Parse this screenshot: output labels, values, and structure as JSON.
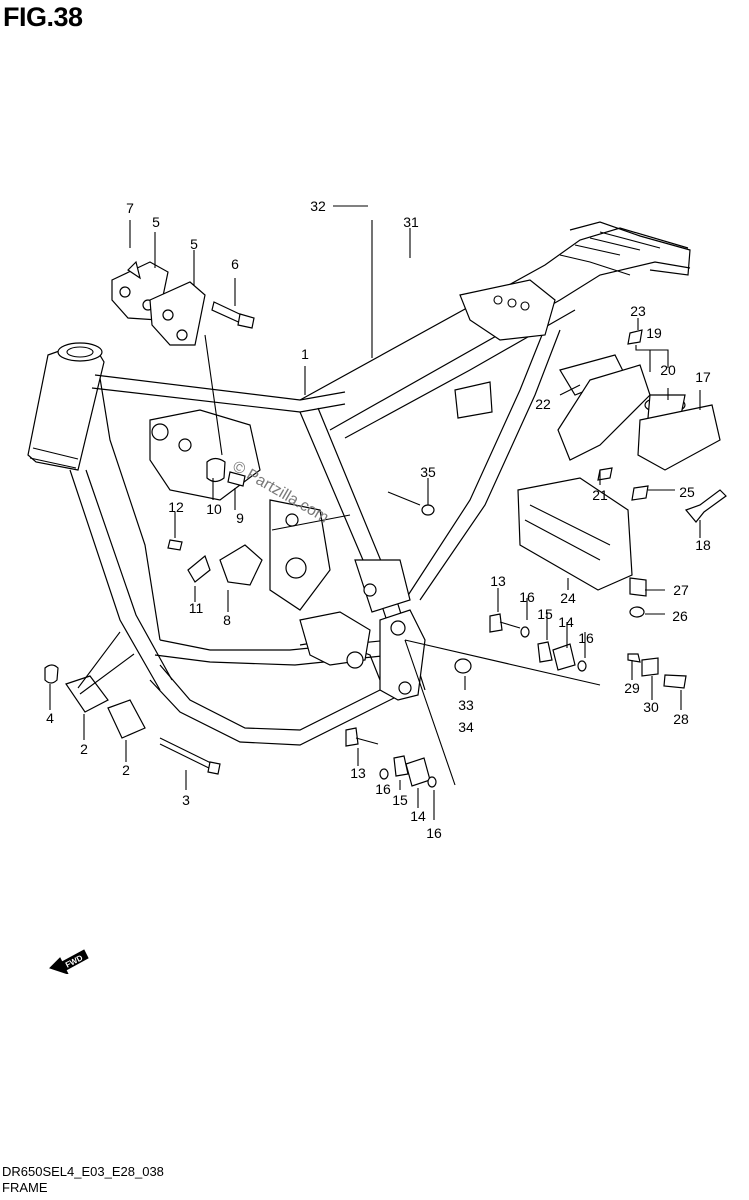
{
  "figure": {
    "title": "FIG.38",
    "code": "DR650SEL4_E03_E28_038",
    "name": "FRAME",
    "watermark": "© Partzilla.com",
    "fwd_badge": "FWD"
  },
  "callouts": [
    "7",
    "5",
    "5",
    "6",
    "32",
    "31",
    "1",
    "23",
    "19",
    "20",
    "17",
    "22",
    "35",
    "21",
    "25",
    "18",
    "10",
    "9",
    "12",
    "11",
    "8",
    "13",
    "16",
    "15",
    "14",
    "16",
    "24",
    "27",
    "26",
    "29",
    "30",
    "28",
    "4",
    "2",
    "2",
    "3",
    "33",
    "34",
    "13",
    "16",
    "15",
    "14",
    "16"
  ],
  "icons": {
    "forward_arrow": "fwd-arrow-icon"
  }
}
